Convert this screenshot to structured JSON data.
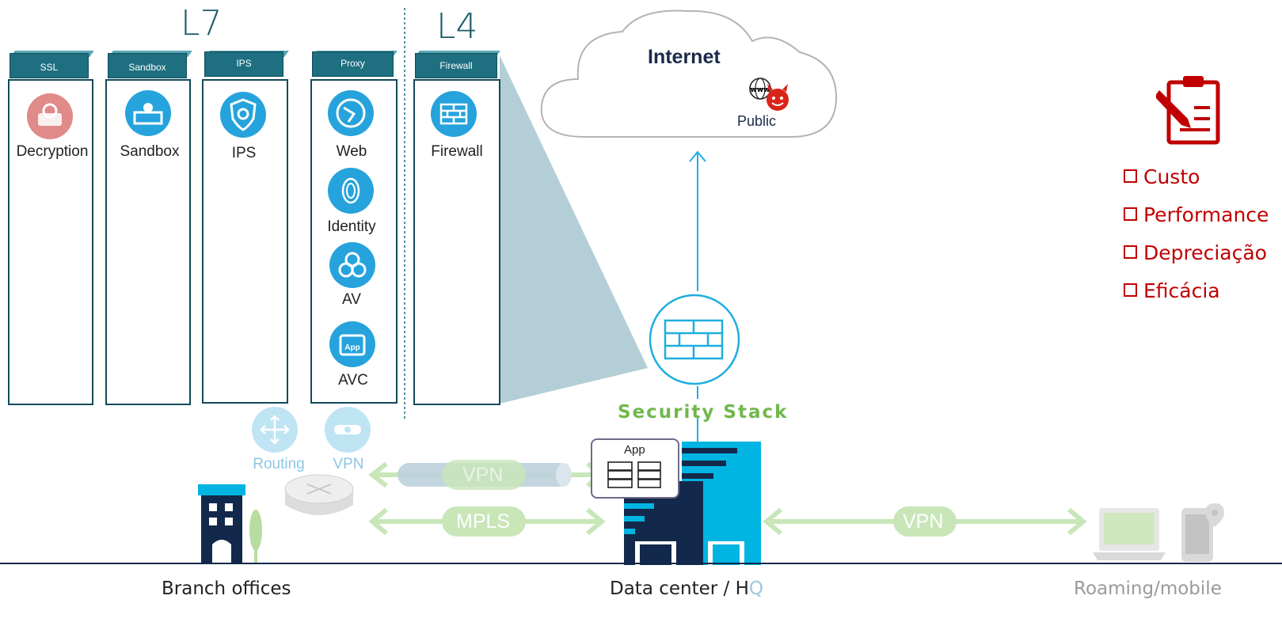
{
  "layers": {
    "l7": "L7",
    "l4": "L4"
  },
  "columns": [
    {
      "header": "SSL",
      "items": [
        "Decryption"
      ]
    },
    {
      "header": "Sandbox",
      "items": [
        "Sandbox"
      ]
    },
    {
      "header": "IPS",
      "items": [
        "IPS"
      ]
    },
    {
      "header": "Proxy",
      "items": [
        "Web",
        "Identity",
        "AV",
        "AVC"
      ]
    },
    {
      "header": "Firewall",
      "items": [
        "Firewall"
      ]
    }
  ],
  "avc_app_text": "App",
  "internet": {
    "title": "Internet",
    "public": "Public",
    "www": "www"
  },
  "security_stack": "Security Stack",
  "router": {
    "routing": "Routing",
    "vpn": "VPN"
  },
  "app_box": "App",
  "links": {
    "vpn_tunnel": "VPN",
    "mpls": "MPLS",
    "vpn_remote": "VPN"
  },
  "locations": {
    "branch": "Branch offices",
    "dc_main": "Data center / H",
    "dc_faded": "Q",
    "roaming": "Roaming/mobile"
  },
  "issues": [
    "Custo",
    "Performance",
    "Depreciação",
    "Eficácia"
  ],
  "colors": {
    "teal": "#1e6f80",
    "icon_blue": "#26a3dc",
    "green": "#70b84a",
    "red": "#c00000",
    "navy": "#13294b",
    "cyan": "#00b5e2"
  }
}
